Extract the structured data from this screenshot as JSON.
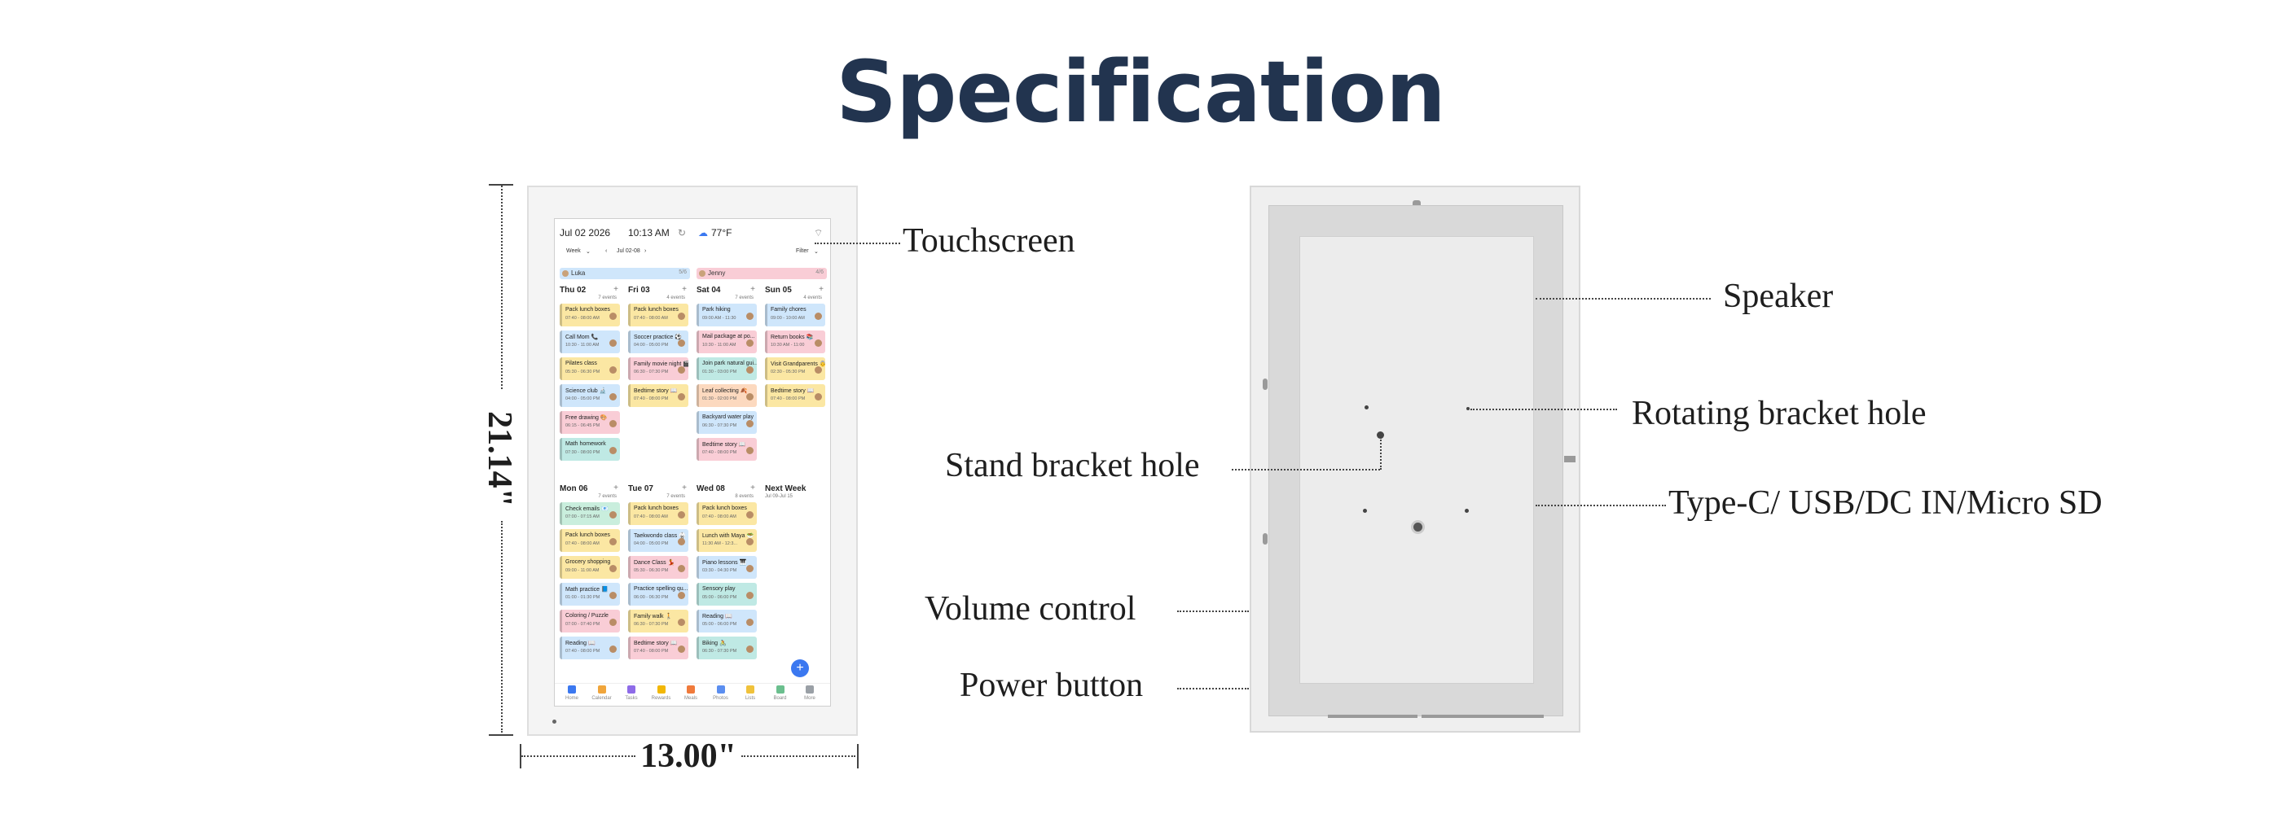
{
  "title": "Specification",
  "dimensions": {
    "height_label": "21.14\"",
    "width_label": "13.00\""
  },
  "callouts": {
    "touchscreen": "Touchscreen",
    "speaker": "Speaker",
    "rotating_bracket_hole": "Rotating bracket hole",
    "stand_bracket_hole": "Stand bracket hole",
    "ports": "Type-C/ USB/DC IN/Micro SD",
    "volume_control": "Volume control",
    "power_button": "Power button"
  },
  "screen": {
    "date": "Jul 02 2026",
    "time": "10:13 AM",
    "weather": "77°F",
    "view": "Week",
    "range": "Jul 02-08",
    "filter": "Filter",
    "people": [
      {
        "name": "Luka",
        "count": "5/6"
      },
      {
        "name": "Jenny",
        "count": "4/6"
      }
    ],
    "days_top": [
      {
        "name": "Thu 02",
        "sub": "7 events",
        "events": [
          {
            "title": "Pack lunch boxes",
            "time": "07:40 - 08:00 AM",
            "color": "yellow"
          },
          {
            "title": "Call Mom 📞",
            "time": "10:30 - 11:00 AM",
            "color": "blue"
          },
          {
            "title": "Pilates class",
            "time": "05:30 - 06:30 PM",
            "color": "yellow"
          },
          {
            "title": "Science club 🔬",
            "time": "04:00 - 05:00 PM",
            "color": "blue"
          },
          {
            "title": "Free drawing 🎨",
            "time": "06:15 - 06:45 PM",
            "color": "pink"
          },
          {
            "title": "Math homework",
            "time": "07:30 - 08:00 PM",
            "color": "teal"
          }
        ]
      },
      {
        "name": "Fri 03",
        "sub": "4 events",
        "events": [
          {
            "title": "Pack lunch boxes",
            "time": "07:40 - 08:00 AM",
            "color": "yellow"
          },
          {
            "title": "Soccer practice ⚽",
            "time": "04:00 - 05:00 PM",
            "color": "blue"
          },
          {
            "title": "Family movie night 🎬",
            "time": "06:30 - 07:30 PM",
            "color": "pink"
          },
          {
            "title": "Bedtime story 📖",
            "time": "07:40 - 08:00 PM",
            "color": "yellow"
          }
        ]
      },
      {
        "name": "Sat 04",
        "sub": "7 events",
        "events": [
          {
            "title": "Park hiking",
            "time": "09:00 AM - 11:30",
            "color": "blue"
          },
          {
            "title": "Mail package at po...",
            "time": "10:30 - 11:00 AM",
            "color": "pink"
          },
          {
            "title": "Join park natural gui...",
            "time": "01:30 - 03:00 PM",
            "color": "teal"
          },
          {
            "title": "Leaf collecting 🍂",
            "time": "01:30 - 02:00 PM",
            "color": "peach"
          },
          {
            "title": "Backyard water play",
            "time": "06:30 - 07:30 PM",
            "color": "blue"
          },
          {
            "title": "Bedtime story 📖",
            "time": "07:40 - 08:00 PM",
            "color": "pink"
          }
        ]
      },
      {
        "name": "Sun 05",
        "sub": "4 events",
        "events": [
          {
            "title": "Family chores",
            "time": "09:00 - 10:00 AM",
            "color": "blue"
          },
          {
            "title": "Return books 📚",
            "time": "10:30 AM - 11:00",
            "color": "pink"
          },
          {
            "title": "Visit Grandparents 👵",
            "time": "02:30 - 05:30 PM",
            "color": "yellow"
          },
          {
            "title": "Bedtime story 📖",
            "time": "07:40 - 08:00 PM",
            "color": "yellow"
          }
        ]
      }
    ],
    "days_bottom": [
      {
        "name": "Mon 06",
        "sub": "7 events",
        "events": [
          {
            "title": "Check emails 📧",
            "time": "07:00 - 07:15 AM",
            "color": "green"
          },
          {
            "title": "Pack lunch boxes",
            "time": "07:40 - 08:00 AM",
            "color": "yellow"
          },
          {
            "title": "Grocery shopping",
            "time": "09:00 - 11:00 AM",
            "color": "yellow"
          },
          {
            "title": "Math practice 📘",
            "time": "01:00 - 01:30 PM",
            "color": "blue"
          },
          {
            "title": "Coloring / Puzzle",
            "time": "07:00 - 07:40 PM",
            "color": "pink"
          },
          {
            "title": "Reading 📖",
            "time": "07:40 - 08:00 PM",
            "color": "blue"
          }
        ]
      },
      {
        "name": "Tue 07",
        "sub": "7 events",
        "events": [
          {
            "title": "Pack lunch boxes",
            "time": "07:40 - 08:00 AM",
            "color": "yellow"
          },
          {
            "title": "Taekwondo class 🥋",
            "time": "04:00 - 05:00 PM",
            "color": "blue"
          },
          {
            "title": "Dance Class 💃",
            "time": "05:30 - 06:30 PM",
            "color": "pink"
          },
          {
            "title": "Practice spelling qu...",
            "time": "06:00 - 06:30 PM",
            "color": "blue"
          },
          {
            "title": "Family walk 🚶",
            "time": "06:30 - 07:30 PM",
            "color": "yellow"
          },
          {
            "title": "Bedtime story 📖",
            "time": "07:40 - 08:00 PM",
            "color": "pink"
          }
        ]
      },
      {
        "name": "Wed 08",
        "sub": "8 events",
        "events": [
          {
            "title": "Pack lunch boxes",
            "time": "07:40 - 08:00 AM",
            "color": "yellow"
          },
          {
            "title": "Lunch with Maya 🥗",
            "time": "11:30 AM - 12:3...",
            "color": "yellow"
          },
          {
            "title": "Piano lessons 🎹",
            "time": "03:30 - 04:30 PM",
            "color": "blue"
          },
          {
            "title": "Sensory play",
            "time": "05:00 - 06:00 PM",
            "color": "teal"
          },
          {
            "title": "Reading 📖",
            "time": "05:00 - 06:00 PM",
            "color": "blue"
          },
          {
            "title": "Biking 🚴",
            "time": "06:30 - 07:30 PM",
            "color": "teal"
          }
        ]
      },
      {
        "name": "Next Week",
        "sub": "Jul 09-Jul 15",
        "events": []
      }
    ],
    "nav": [
      "Home",
      "Calendar",
      "Tasks",
      "Rewards",
      "Meals",
      "Photos",
      "Lists",
      "Board",
      "More"
    ],
    "nav_colors": [
      "#3b78f0",
      "#f0a53b",
      "#8e6be8",
      "#f2b705",
      "#f07a3b",
      "#5b8ef0",
      "#f0c23b",
      "#6bbf8e",
      "#9aa0a6"
    ],
    "fab": "+"
  }
}
